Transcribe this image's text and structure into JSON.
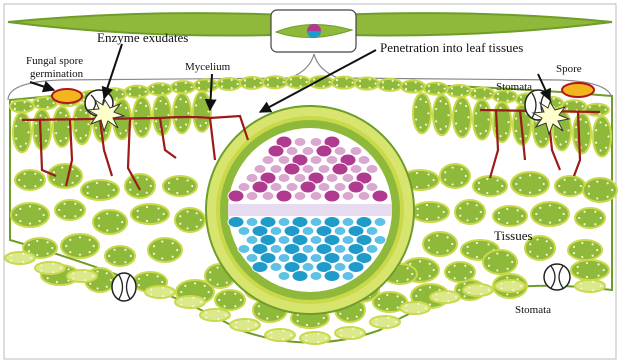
{
  "labels": {
    "enzyme_exudates": "Enzyme exudates",
    "fungal_spore_line1": "Fungal spore",
    "fungal_spore_line2": "germination",
    "mycelium": "Mycelium",
    "penetration": "Penetration  into leaf tissues",
    "stomata_top": "Stomata",
    "spore": "Spore",
    "tissues": "Tissues",
    "stomata_bottom": "Stomata"
  },
  "colors": {
    "cell_fill": "#8fb93b",
    "cell_wall": "#c9d94a",
    "cell_light": "#dbe88c",
    "mycelium": "#9b1a1a",
    "xylem": "#b03a8f",
    "phloem": "#1f9bc9",
    "spore": "#f2b51f",
    "leaf_outline": "#6f9d2a"
  }
}
